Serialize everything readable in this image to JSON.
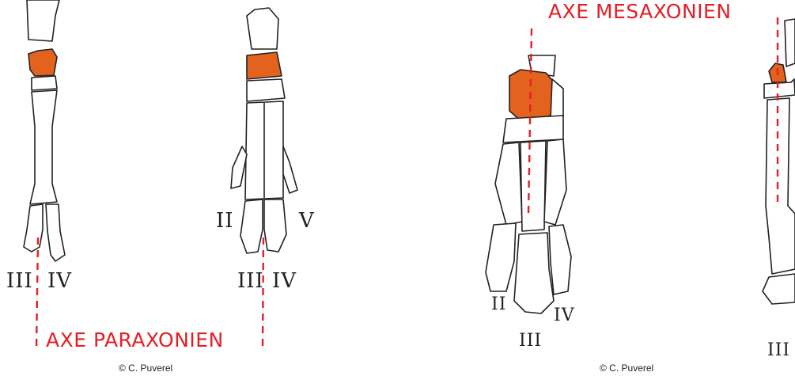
{
  "labels": {
    "paraxonic_axis": "AXE PARAXONIEN",
    "mesaxonic_axis": "AXE MESAXONIEN"
  },
  "credits": {
    "left": "© C. Puverel",
    "right": "© C. Puverel"
  },
  "digits": {
    "fig1_iii": "III",
    "fig1_iv": "IV",
    "fig2_ii": "II",
    "fig2_v": "V",
    "fig2_iii": "III",
    "fig2_iv": "IV",
    "fig3_ii": "II",
    "fig3_iv": "IV",
    "fig3_iii": "III",
    "fig4_iii": "III"
  },
  "colors": {
    "highlight_bone": "#e3621e",
    "axis_line": "#e41f26"
  }
}
